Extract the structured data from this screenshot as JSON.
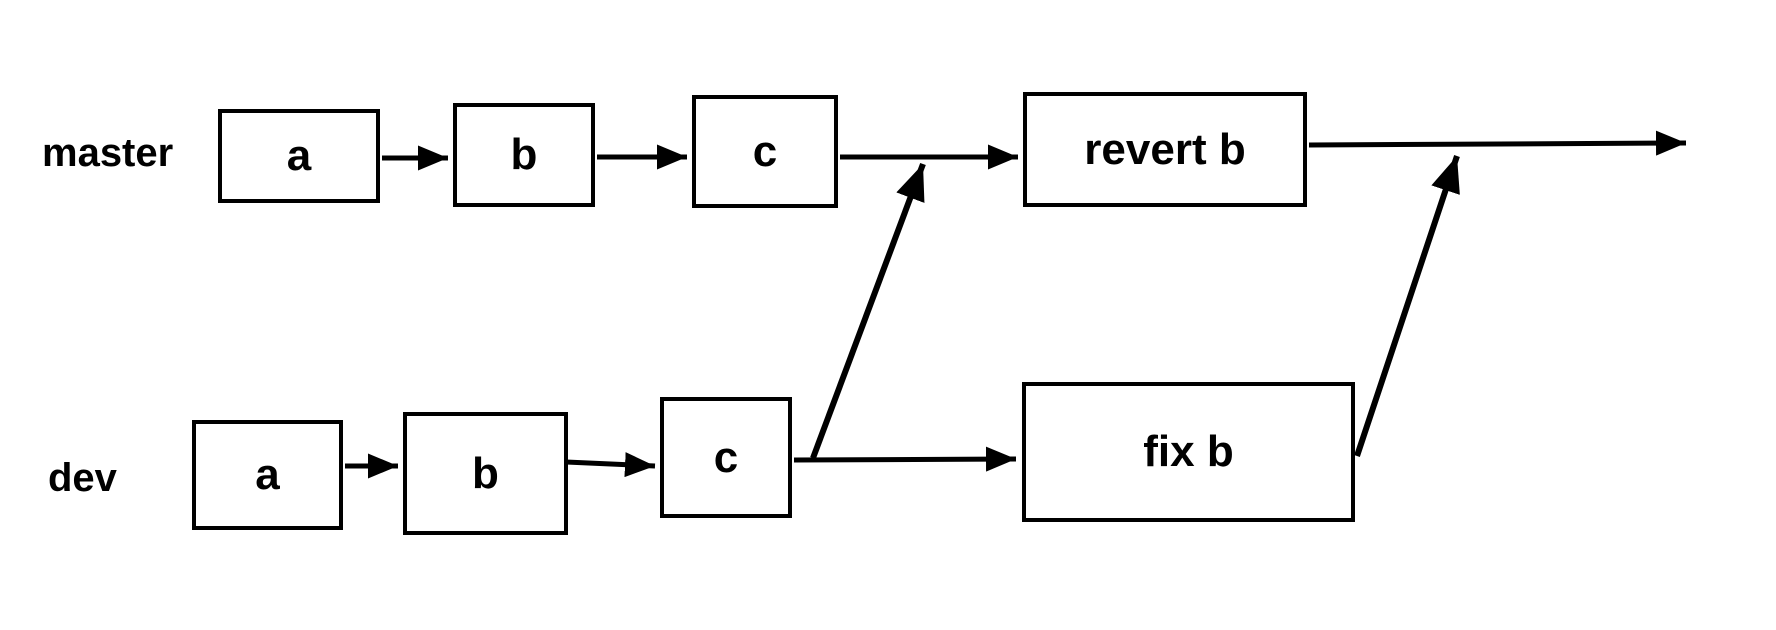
{
  "diagram": {
    "type": "git-branch-diagram",
    "colors": {
      "background": "#ffffff",
      "line": "#000000",
      "box_fill": "#ffffff",
      "text": "#000000"
    },
    "branches": [
      {
        "label": "master",
        "nodes": [
          {
            "id": "master-a",
            "label": "a"
          },
          {
            "id": "master-b",
            "label": "b"
          },
          {
            "id": "master-c",
            "label": "c"
          },
          {
            "id": "master-revert-b",
            "label": "revert b"
          }
        ]
      },
      {
        "label": "dev",
        "nodes": [
          {
            "id": "dev-a",
            "label": "a"
          },
          {
            "id": "dev-b",
            "label": "b"
          },
          {
            "id": "dev-c",
            "label": "c"
          },
          {
            "id": "dev-fix-b",
            "label": "fix b"
          }
        ]
      }
    ],
    "edges": [
      {
        "from": "master-a",
        "to": "master-b"
      },
      {
        "from": "master-b",
        "to": "master-c"
      },
      {
        "from": "master-c",
        "to": "master-revert-b"
      },
      {
        "from": "master-revert-b",
        "to": "master-continuation"
      },
      {
        "from": "dev-a",
        "to": "dev-b"
      },
      {
        "from": "dev-b",
        "to": "dev-c"
      },
      {
        "from": "dev-c",
        "to": "dev-fix-b"
      },
      {
        "from": "dev-c",
        "to": "master-line-merge"
      },
      {
        "from": "dev-fix-b",
        "to": "master-line-merge"
      }
    ]
  }
}
